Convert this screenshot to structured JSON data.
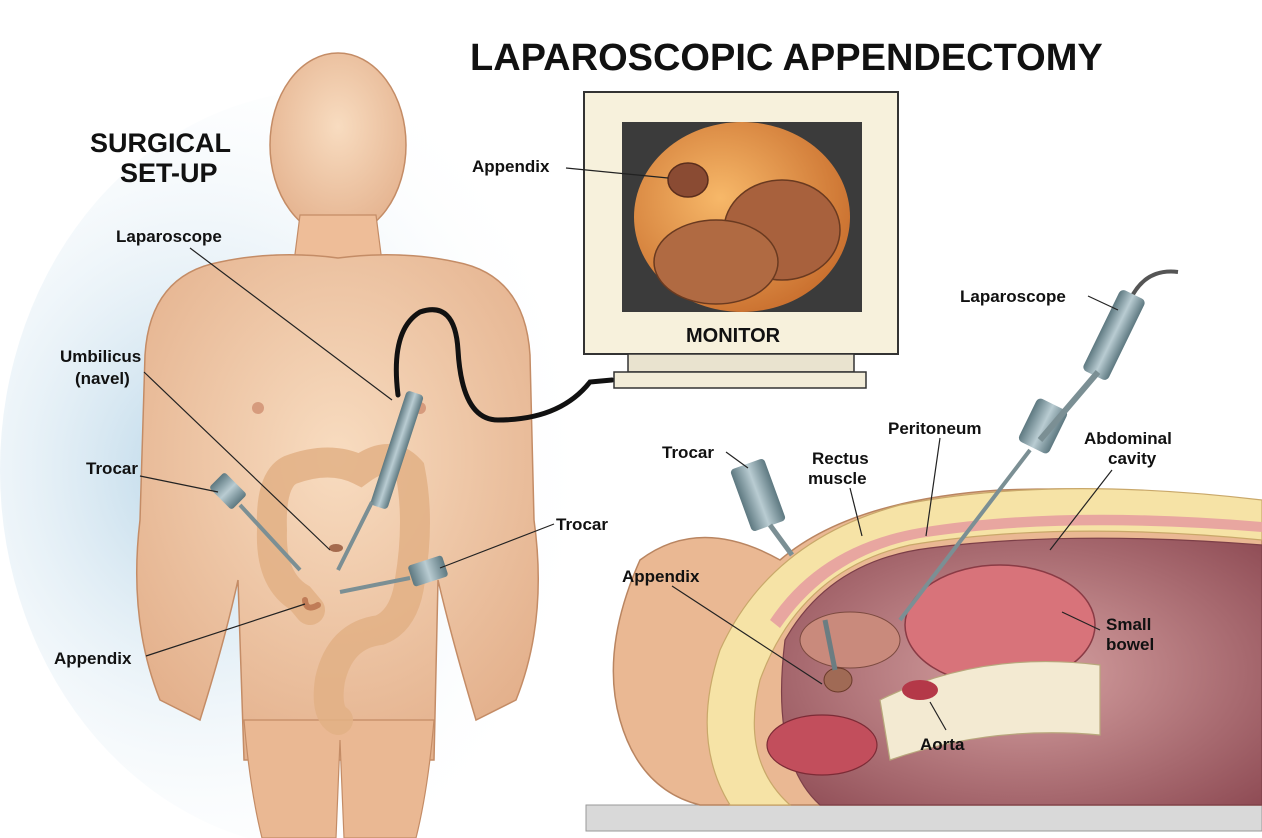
{
  "title": "LAPAROSCOPIC APPENDECTOMY",
  "setup_heading": [
    "SURGICAL",
    "SET-UP"
  ],
  "monitor_label": "MONITOR",
  "labels": {
    "monitor_appendix": "Appendix",
    "body_laparoscope": "Laparoscope",
    "umbilicus": [
      "Umbilicus",
      "(navel)"
    ],
    "body_trocar_left": "Trocar",
    "body_trocar_right": "Trocar",
    "body_appendix": "Appendix",
    "cross_laparoscope": "Laparoscope",
    "cross_trocar": "Trocar",
    "rectus_muscle": [
      "Rectus",
      "muscle"
    ],
    "peritoneum": "Peritoneum",
    "abdominal_cavity": [
      "Abdominal",
      "cavity"
    ],
    "cross_appendix": "Appendix",
    "small_bowel": [
      "Small",
      "bowel"
    ],
    "aorta": "Aorta"
  },
  "colors": {
    "skin": "#f3cfae",
    "skin_shadow": "#d9a783",
    "background_glow": "#cfe3ef",
    "fat_layer": "#f6e3a6",
    "muscle": "#e8a6a0",
    "cavity": "#b86d72",
    "bowel": "#d8737a",
    "instrument": "#7f9aa3",
    "monitor_case": "#f7f1dc"
  }
}
